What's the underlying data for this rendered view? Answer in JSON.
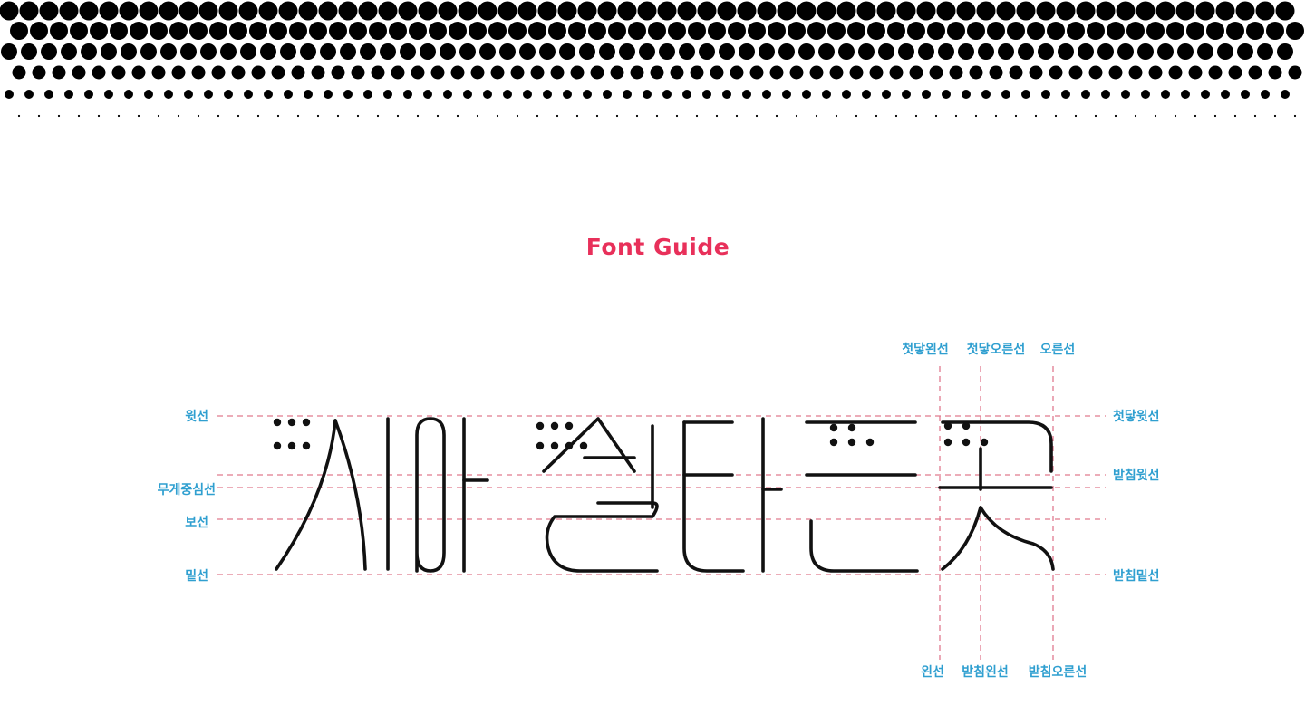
{
  "colors": {
    "accent": "#e8305a",
    "label": "#2f9fd0",
    "guide_line": "#e07a8e",
    "ink": "#111111",
    "dots": "#000000"
  },
  "title": "Font Guide",
  "guide_labels": {
    "top_line": "윗선",
    "weight_center_line": "무게중심선",
    "base_line": "보선",
    "bottom_line": "밑선",
    "initial_top_line": "첫닿윗선",
    "final_top_line": "받침윗선",
    "final_bottom_line": "받침밑선",
    "initial_left_line": "첫닿왼선",
    "initial_right_line": "첫닿오른선",
    "right_line": "오른선",
    "left_line": "왼선",
    "final_left_line": "받침왼선",
    "final_right_line": "받침오른선"
  },
  "decoration": {
    "halftone_pattern": "dot-gradient-band"
  }
}
